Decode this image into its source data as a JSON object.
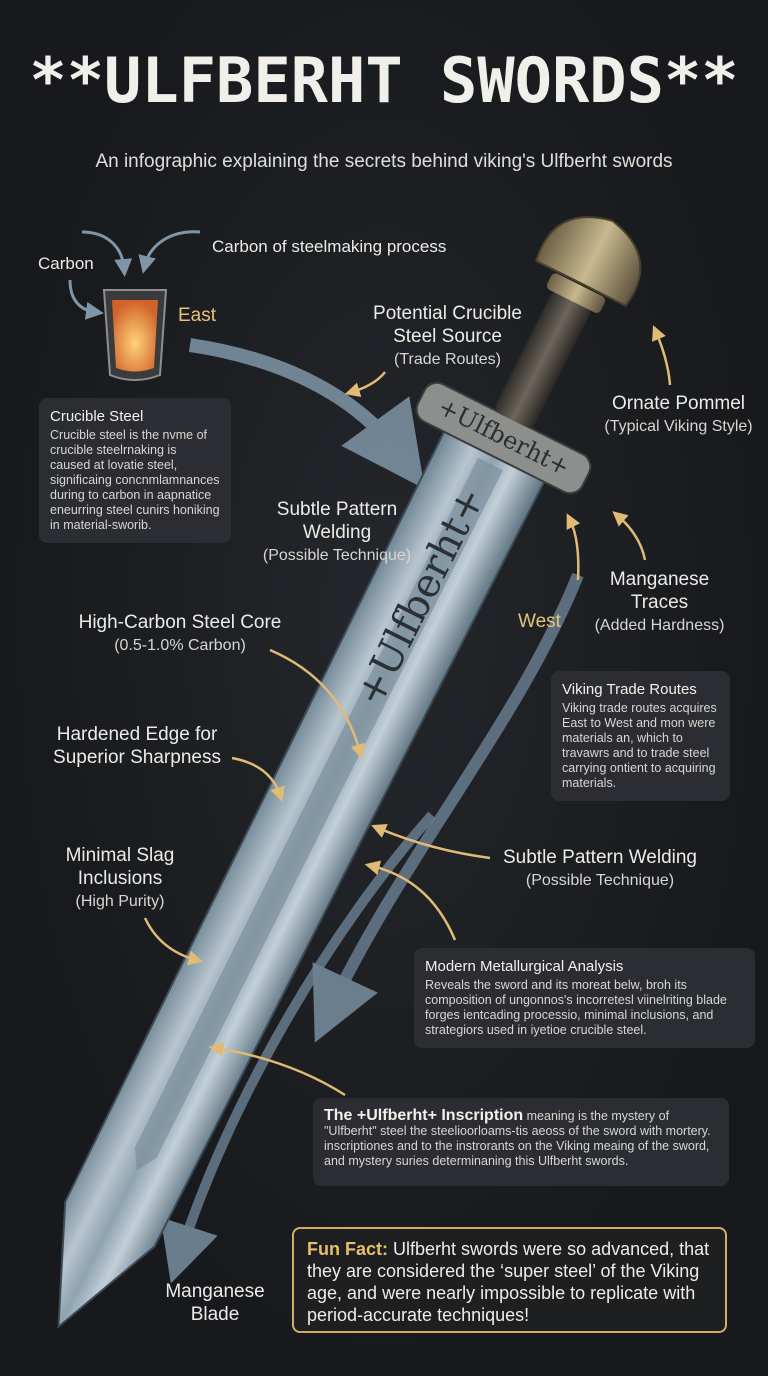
{
  "title": "**ULFBERHT SWORDS**",
  "subtitle": "An infographic explaining the secrets behind viking's Ulfberht swords",
  "labels": {
    "carbon": "Carbon",
    "carbon_process": "Carbon of steelmaking process",
    "east": "East",
    "west": "West",
    "crucible_source": {
      "title": "Potential Crucible Steel Source",
      "sub": "(Trade Routes)"
    },
    "pommel": {
      "title": "Ornate Pommel",
      "sub": "(Typical Viking Style)"
    },
    "pattern_welding_1": {
      "title": "Subtle Pattern Welding",
      "sub": "(Possible Technique)"
    },
    "manganese_traces": {
      "title": "Manganese Traces",
      "sub": "(Added Hardness)"
    },
    "core": {
      "title": "High-Carbon Steel Core",
      "sub": "(0.5-1.0% Carbon)"
    },
    "edge": {
      "title": "Hardened Edge for Superior Sharpness"
    },
    "slag": {
      "title": "Minimal Slag Inclusions",
      "sub": "(High Purity)"
    },
    "pattern_welding_2": {
      "title": "Subtle Pattern Welding",
      "sub": "(Possible Technique)"
    },
    "manganese_blade": "Manganese Blade",
    "guard_inscription": "+Ulfberht+",
    "blade_inscription": "+Ulfberht+"
  },
  "boxes": {
    "crucible": {
      "title": "Crucible Steel",
      "text": "Crucible steel is the nvme of crucible steelrnaking is caused at lovatie steel, significaing concnmlamnances during to carbon in aapnatice eneurring steel cunirs honiking in material-sworib."
    },
    "trade": {
      "title": "Viking Trade Routes",
      "text": "Viking trade routes acquires East to West and mon were materials an, which to travawrs and to trade steel carrying ontient to acquiring materials."
    },
    "analysis": {
      "title": "Modern Metallurgical Analysis",
      "text": "Reveals the sword and its moreat belw, broh its composition of ungonnos's incorretesl viinelriting blade forges ientcading processio, minimal inclusions, and strategiors used in iyetioe crucible steel."
    },
    "inscription": {
      "title": "The +Ulfberht+ Inscription",
      "text": "meaning is the mystery of \"Ulfberht\" steel the steelioorloams-tis aeoss of the sword with mortery. inscriptiones and to the instrorants on the Viking meaing of the sword, and mystery suries determinaning this Ulfberht swords."
    }
  },
  "fun_fact": {
    "label": "Fun Fact:",
    "text": "Ulfberht swords were so advanced, that they are considered the ‘super steel’ of the Viking age, and were nearly impossible to replicate with period-accurate techniques!"
  },
  "colors": {
    "background": "#17191c",
    "accent_gold": "#d3ad64",
    "arrow_blue": "#7f96a8",
    "blade": "#9fb0bd"
  }
}
